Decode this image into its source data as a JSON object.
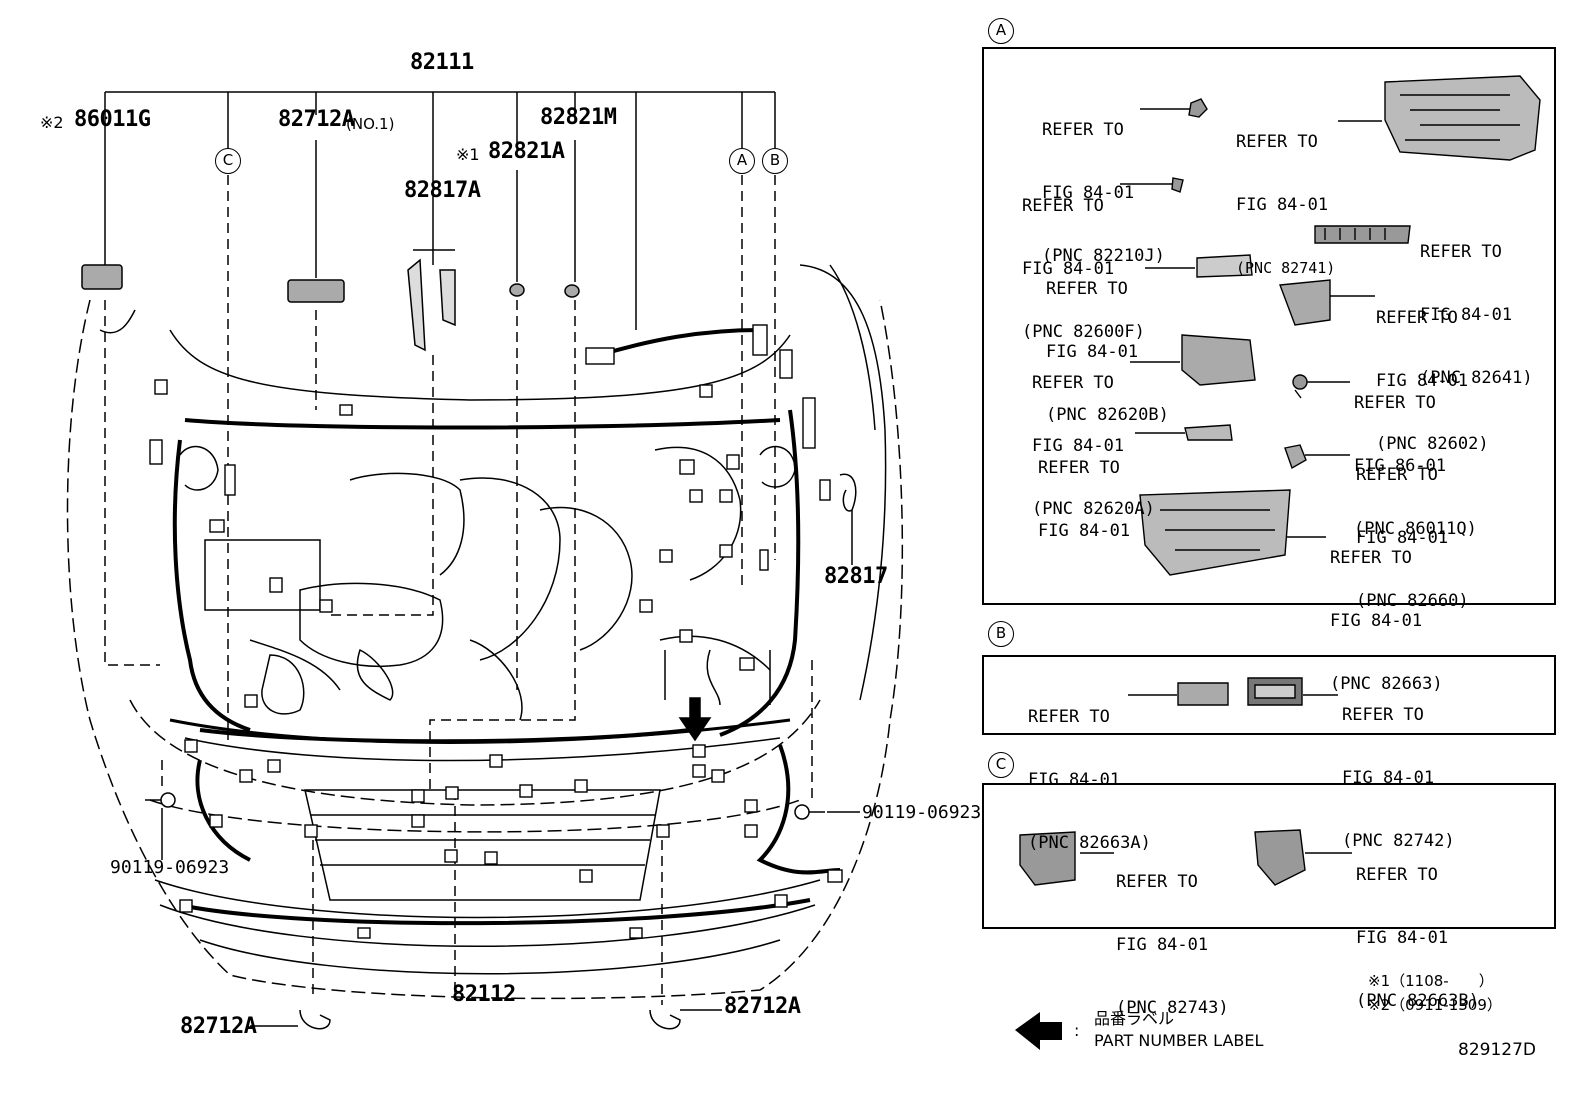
{
  "callouts": {
    "harness_main": "82111",
    "c86011g": "86011G",
    "c86011g_mark": "※2",
    "c82712a_no1": "82712A",
    "c82712a_no1_sub": "(NO.1)",
    "c82821m": "82821M",
    "c82821a": "82821A",
    "c82821a_mark": "※1",
    "c82817a": "82817A",
    "c82817": "82817",
    "c90119_right": "90119-06923",
    "c90119_left": "90119-06923",
    "c82112": "82112",
    "c82712a_left": "82712A",
    "c82712a_right": "82712A"
  },
  "markers": {
    "a": "A",
    "b": "B",
    "c": "C"
  },
  "panel_a": {
    "marker": "A",
    "refs": [
      {
        "l1": "REFER TO",
        "l2": "FIG 84-01",
        "l3": "(PNC 82210J)"
      },
      {
        "l1": "REFER TO",
        "l2": "FIG 84-01",
        "l3": "(PNC 82741)"
      },
      {
        "l1": "REFER TO",
        "l2": "FIG 84-01",
        "l3": "(PNC 82600F)"
      },
      {
        "l1": "REFER TO",
        "l2": "FIG 84-01",
        "l3": "(PNC 82641)"
      },
      {
        "l1": "REFER TO",
        "l2": "FIG 84-01",
        "l3": "(PNC 82620B)"
      },
      {
        "l1": "REFER TO",
        "l2": "FIG 84-01",
        "l3": "(PNC 82602)"
      },
      {
        "l1": "REFER TO",
        "l2": "FIG 84-01",
        "l3": "(PNC 82620A)"
      },
      {
        "l1": "REFER TO",
        "l2": "FIG 86-01",
        "l3": "(PNC 86011Q)"
      },
      {
        "l1": "REFER TO",
        "l2": "FIG 84-01",
        "l3": ""
      },
      {
        "l1": "REFER TO",
        "l2": "FIG 84-01",
        "l3": "(PNC 82660)"
      },
      {
        "l1": "REFER TO",
        "l2": "FIG 84-01",
        "l3": "(PNC 82663)"
      }
    ]
  },
  "panel_b": {
    "marker": "B",
    "refs": [
      {
        "l1": "REFER TO",
        "l2": "FIG 84-01",
        "l3": "(PNC 82663A)"
      },
      {
        "l1": "REFER TO",
        "l2": "FIG 84-01",
        "l3": "(PNC 82742)"
      }
    ]
  },
  "panel_c": {
    "marker": "C",
    "refs": [
      {
        "l1": "REFER TO",
        "l2": "FIG 84-01",
        "l3": "(PNC 82743)"
      },
      {
        "l1": "REFER TO",
        "l2": "FIG 84-01",
        "l3": "(PNC 82663B)"
      }
    ]
  },
  "notes": {
    "n1": "※1（1108-　　）",
    "n2": "※2（0911-1309）"
  },
  "legend": {
    "colon": ":",
    "jp": "品番ラベル",
    "en": "PART NUMBER LABEL"
  },
  "figure_code": "829127D"
}
